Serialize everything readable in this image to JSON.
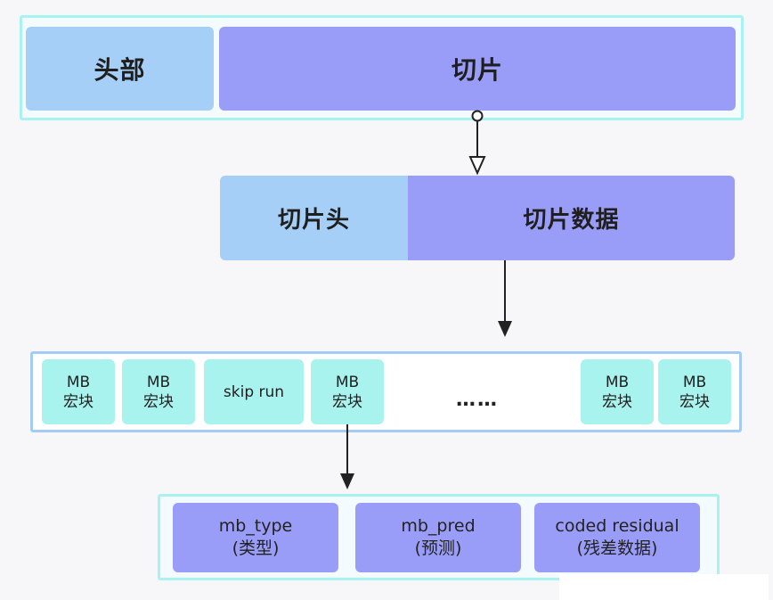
{
  "top": {
    "header_label": "头部",
    "slice_label": "切片"
  },
  "slice": {
    "slice_header_label": "切片头",
    "slice_data_label": "切片数据"
  },
  "macroblocks": {
    "items": [
      {
        "line1": "MB",
        "line2": "宏块"
      },
      {
        "line1": "MB",
        "line2": "宏块"
      },
      {
        "line1": "skip run",
        "line2": ""
      },
      {
        "line1": "MB",
        "line2": "宏块"
      },
      {
        "line1": "MB",
        "line2": "宏块"
      },
      {
        "line1": "MB",
        "line2": "宏块"
      }
    ],
    "ellipsis": "……"
  },
  "mb_fields": [
    {
      "name": "mb_type",
      "desc": "(类型)"
    },
    {
      "name": "mb_pred",
      "desc": "(预测)"
    },
    {
      "name": "coded residual",
      "desc": "(残差数据)"
    }
  ]
}
